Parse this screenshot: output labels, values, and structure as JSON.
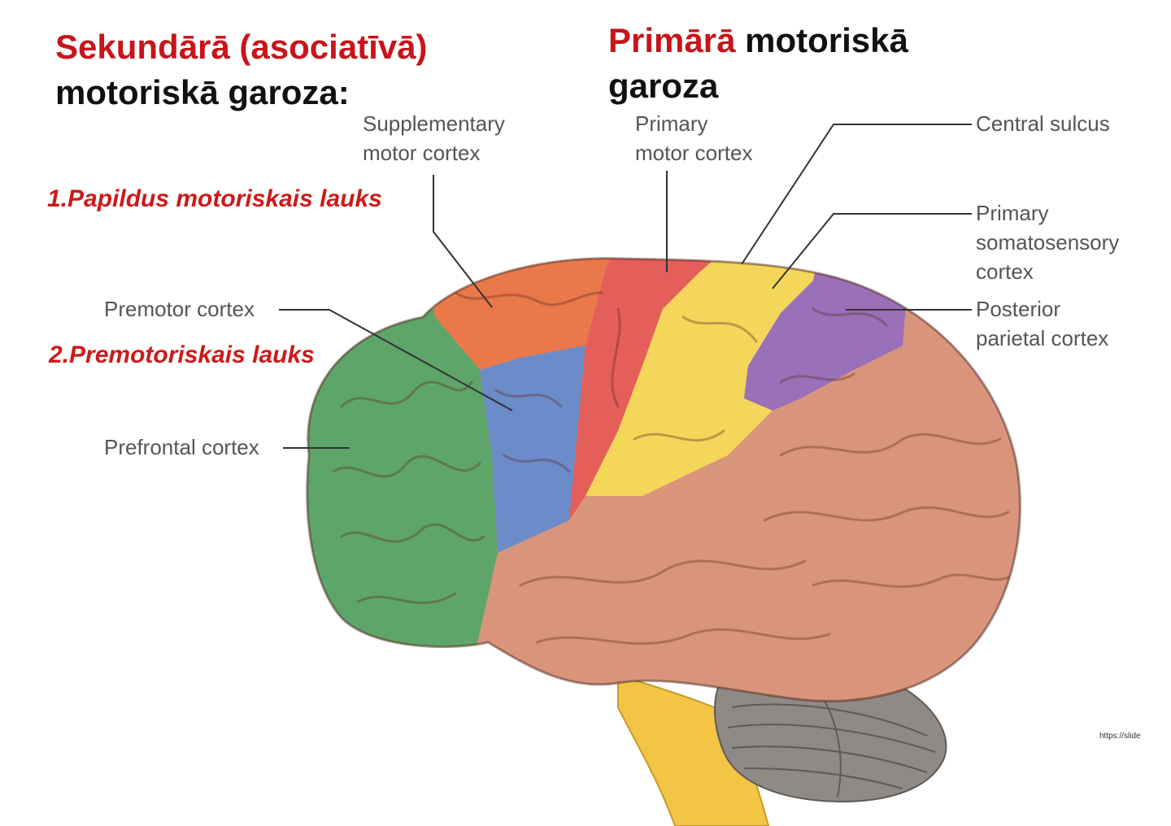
{
  "heading_left": {
    "line1": "Sekundārā (asociatīvā)",
    "line2": "motoriskā garoza:"
  },
  "heading_right": {
    "red": "Primārā",
    "black": "motoriskā",
    "line2": "garoza"
  },
  "subheadings": {
    "item1": "1.Papildus motoriskais lauks",
    "item2": "2.Premotoriskais lauks"
  },
  "labels": {
    "supplementary": [
      "Supplementary",
      "motor cortex"
    ],
    "primary_motor": [
      "Primary",
      "motor cortex"
    ],
    "central_sulcus": "Central sulcus",
    "somatosensory": [
      "Primary",
      "somatosensory",
      "cortex"
    ],
    "posterior_parietal": [
      "Posterior",
      "parietal cortex"
    ],
    "premotor": "Premotor cortex",
    "prefrontal": "Prefrontal cortex"
  },
  "source": "https://slide",
  "colors": {
    "prefrontal": "#5ea56a",
    "supplementary": "#e9784a",
    "premotor": "#6b8cc8",
    "primary_motor": "#e45f5a",
    "somatosensory": "#f4d65a",
    "posterior_parietal": "#9a70b8",
    "rest_of_cortex": "#d9957c",
    "cerebellum": "#8f8a86",
    "brainstem": "#f2c544",
    "heading_red": "#c8141a"
  }
}
